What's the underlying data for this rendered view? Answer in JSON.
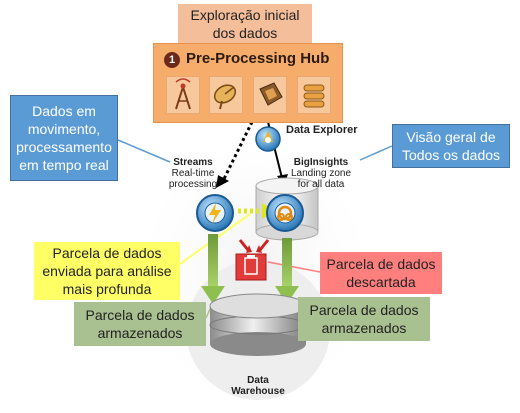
{
  "header": {
    "line1": "Exploração inicial",
    "line2": "dos dados"
  },
  "hub": {
    "number": "1",
    "title": "Pre-Processing Hub",
    "icons": [
      "radio-tower-icon",
      "satellite-dish-icon",
      "chip-icon",
      "scroll-document-icon"
    ]
  },
  "data_explorer": {
    "label": "Data Explorer"
  },
  "streams": {
    "title": "Streams",
    "line2": "Real-time",
    "line3": "processing"
  },
  "biginsights": {
    "title": "BigInsights",
    "line2": "Landing zone",
    "line3": "for all data"
  },
  "warehouse": {
    "line1": "Data",
    "line2": "Warehouse"
  },
  "callouts": {
    "moving": {
      "line1": "Dados em",
      "line2": "movimento,",
      "line3": "processamento",
      "line4": "em tempo real"
    },
    "overview": {
      "line1": "Visão geral de",
      "line2": "Todos os dados"
    },
    "deep": {
      "line1": "Parcela de dados",
      "line2": "enviada para análise",
      "line3": "mais profunda"
    },
    "discarded": {
      "line1": "Parcela de dados",
      "line2": "descartada"
    },
    "stored_left": {
      "line1": "Parcela de dados",
      "line2": "armazenados"
    },
    "stored_right": {
      "line1": "Parcela de dados",
      "line2": "armazenados"
    }
  },
  "colors": {
    "title_box": "#f5be9a",
    "hub": "#f6ad6c",
    "blue": "#5b9bd5",
    "yellow": "#ffff66",
    "red": "#ff7f7f",
    "green": "#a9c090"
  }
}
